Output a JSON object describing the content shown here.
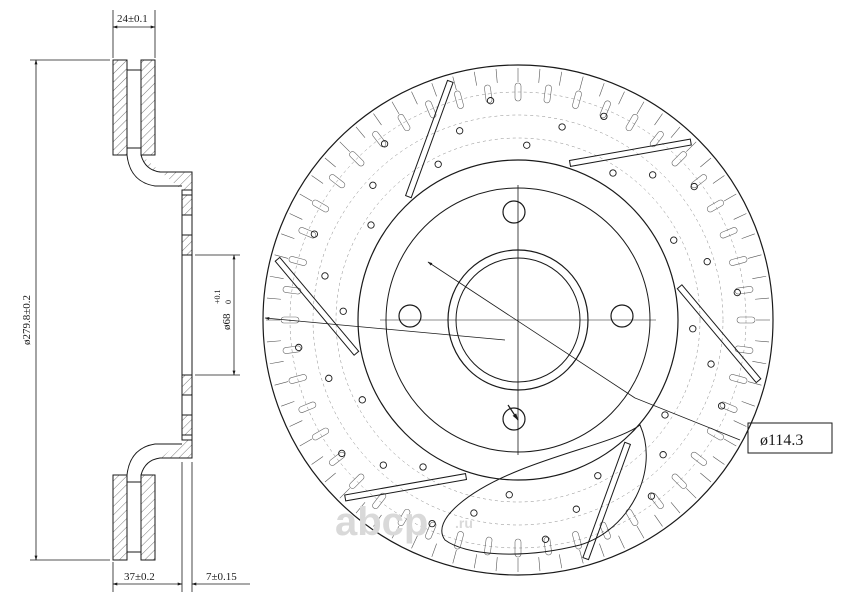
{
  "dimensions": {
    "width_top": "24±0.1",
    "outer_diameter": "ø279.8±0.2",
    "hub_bore": "ø68",
    "hub_bore_tol_upper": "+0.1",
    "hub_bore_tol_lower": "0",
    "height": "37±0.2",
    "hat_thickness": "7±0.15",
    "bolt_circle": "ø114.3"
  },
  "watermark": {
    "text": "abcp",
    "suffix": ".ru"
  },
  "colors": {
    "line": "#1a1a1a",
    "thin": "#555555",
    "watermark": "#d9d9d9"
  }
}
